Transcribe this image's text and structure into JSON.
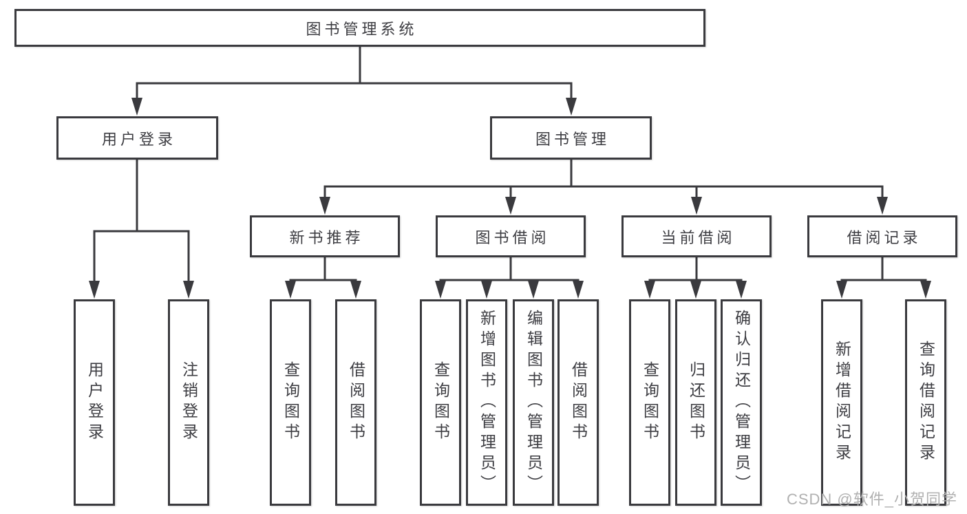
{
  "diagram": {
    "root": {
      "label": "图书管理系统"
    },
    "level2": [
      {
        "label": "用户登录"
      },
      {
        "label": "图书管理"
      }
    ],
    "level3": [
      {
        "label": "新书推荐"
      },
      {
        "label": "图书借阅"
      },
      {
        "label": "当前借阅"
      },
      {
        "label": "借阅记录"
      }
    ],
    "leaves": [
      {
        "label": "用户登录"
      },
      {
        "label": "注销登录"
      },
      {
        "label": "查询图书"
      },
      {
        "label": "借阅图书"
      },
      {
        "label": "查询图书"
      },
      {
        "label": "新增图书（管理员）"
      },
      {
        "label": "编辑图书（管理员）"
      },
      {
        "label": "借阅图书"
      },
      {
        "label": "查询图书"
      },
      {
        "label": "归还图书"
      },
      {
        "label": "确认归还（管理员）"
      },
      {
        "label": "新增借阅记录"
      },
      {
        "label": "查询借阅记录"
      }
    ]
  },
  "watermark": {
    "text": "CSDN @软件_小贺同学"
  },
  "colors": {
    "line": "#3a3a3e",
    "text": "#3d3d42",
    "watermark": "#b0b0b0",
    "background": "#ffffff"
  }
}
